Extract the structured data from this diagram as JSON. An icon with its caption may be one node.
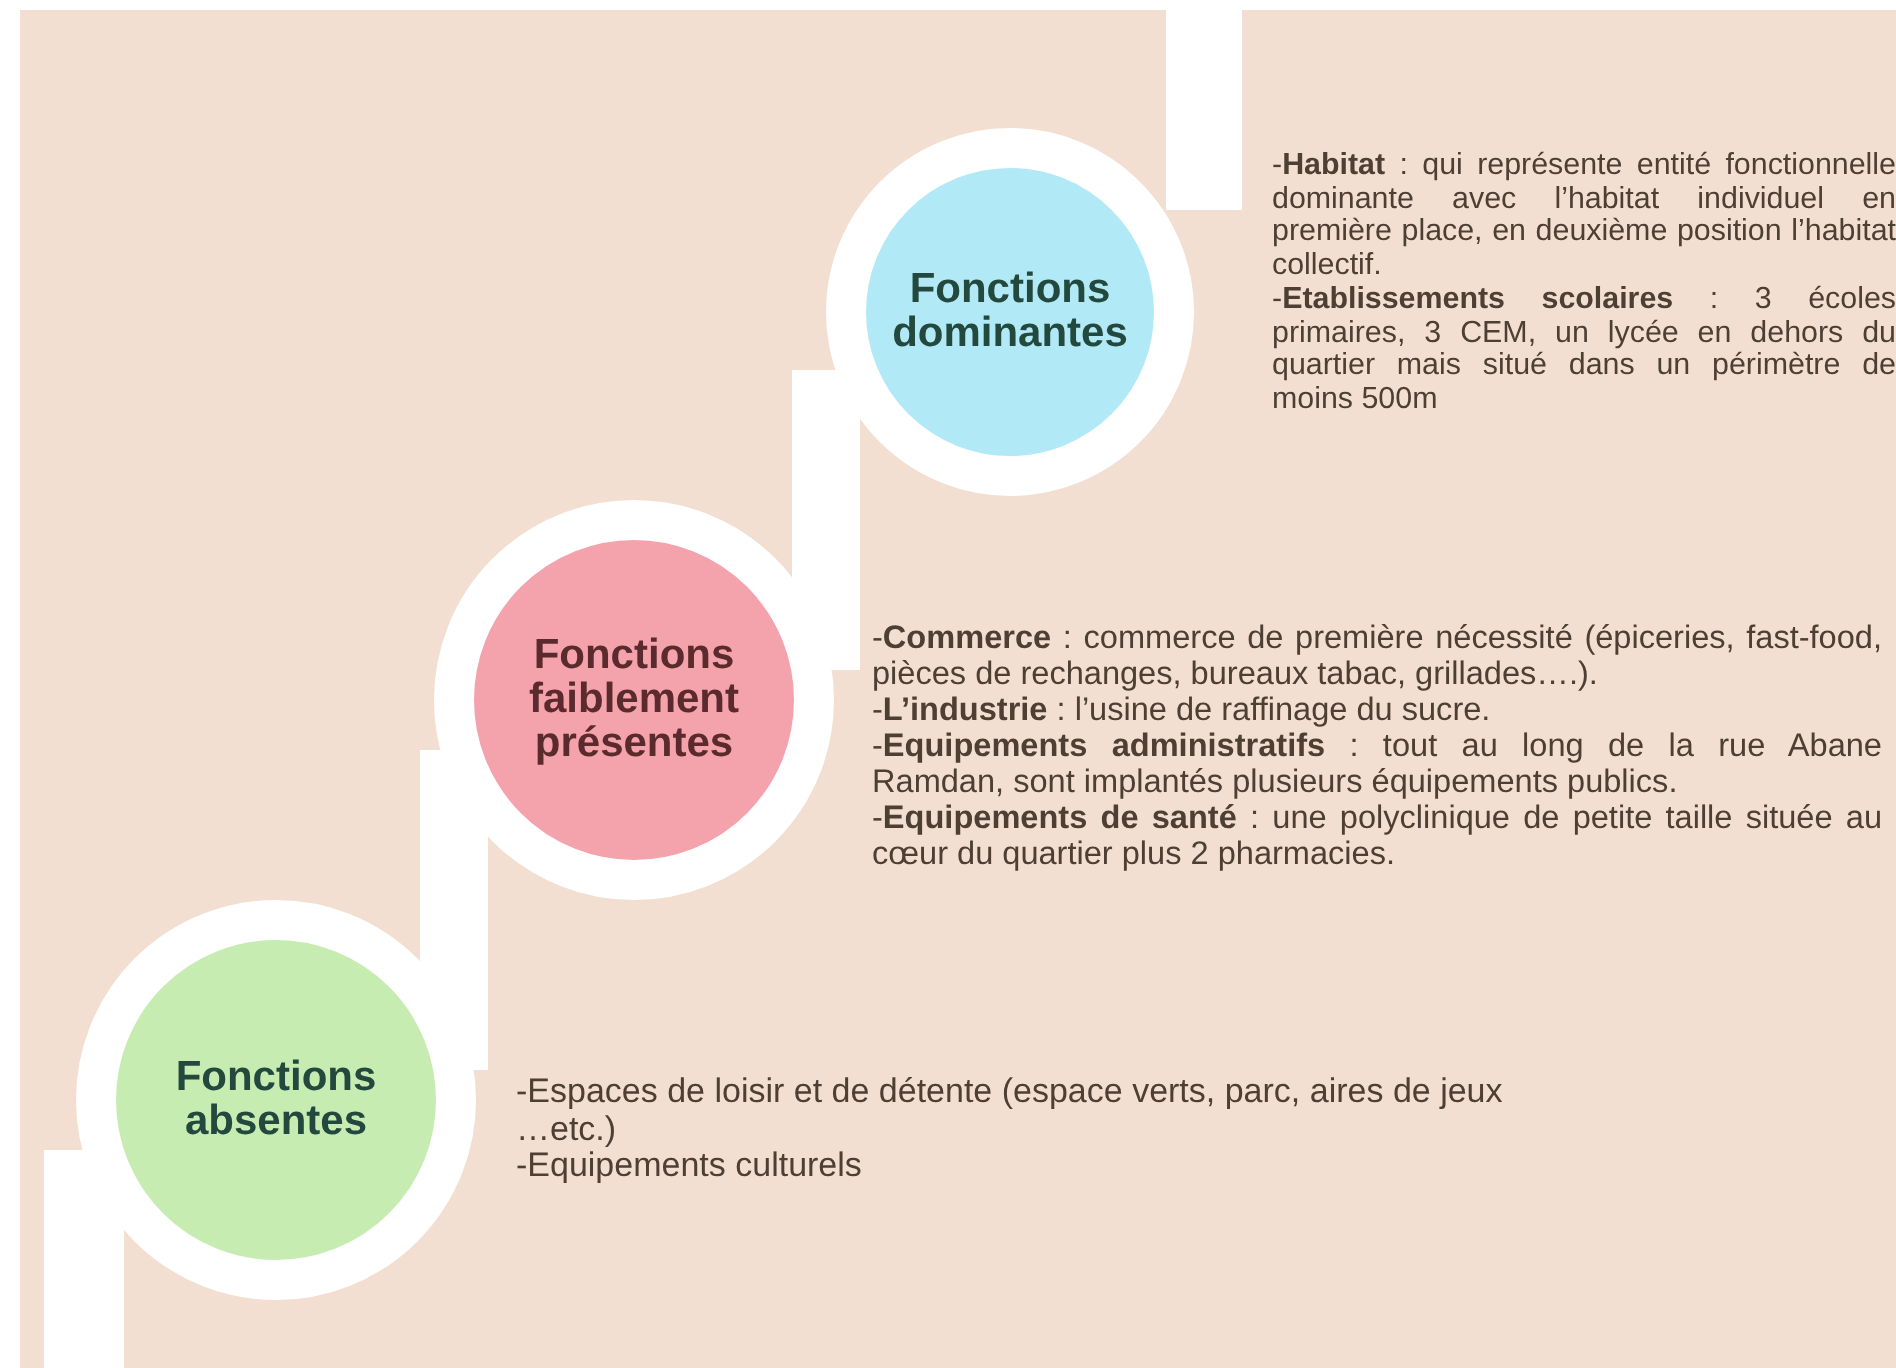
{
  "diagram": {
    "nodes": [
      {
        "text": [
          "Fonctions dominantes"
        ],
        "beside": [
          "-**Habitat** : qui représente entité fonctionnelle dominante avec l’habitat individuel en première place, en deuxième position l’habitat collectif.",
          "-**Etablissements scolaires** : 3 écoles primaires, 3 CEM, un lycée en dehors du quartier mais situé dans un périmètre de moins 500m"
        ]
      },
      {
        "text": [
          "Fonctions faiblement présentes"
        ],
        "beside": [
          "-**Commerce** : commerce de première nécessité (épiceries, fast-food, pièces de rechanges, bureaux tabac, grillades….).",
          "-**L’industrie** : l’usine de raffinage du sucre.",
          "-**Equipements administratifs** : tout au long de la rue Abane Ramdan, sont implantés plusieurs équipements publics.",
          "-**Equipements de santé** : une polyclinique de petite taille située au cœur du quartier plus 2 pharmacies."
        ]
      },
      {
        "text": [
          "Fonctions absentes"
        ],
        "beside": [
          "-Espaces de loisir et de détente (espace verts, parc, aires de jeux …etc.)",
          "-Equipements culturels"
        ]
      }
    ]
  }
}
